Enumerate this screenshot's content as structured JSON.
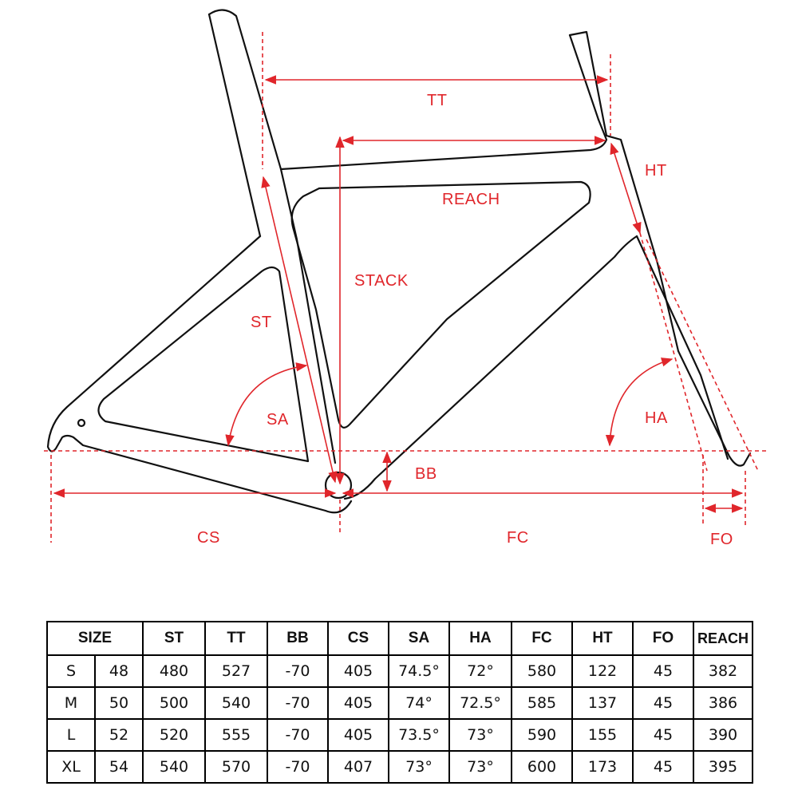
{
  "diagram": {
    "labels": {
      "tt": "TT",
      "ht": "HT",
      "reach": "REACH",
      "stack": "STACK",
      "st": "ST",
      "sa": "SA",
      "ha": "HA",
      "bb": "BB",
      "cs": "CS",
      "fc": "FC",
      "fo": "FO"
    },
    "colors": {
      "dimension": "#e0262b",
      "frame": "#111111"
    }
  },
  "table": {
    "headers": [
      "SIZE",
      "ST",
      "TT",
      "BB",
      "CS",
      "SA",
      "HA",
      "FC",
      "HT",
      "FO",
      "REACH"
    ],
    "rows": [
      {
        "size": "S",
        "num": "48",
        "st": "480",
        "tt": "527",
        "bb": "-70",
        "cs": "405",
        "sa": "74.5°",
        "ha": "72°",
        "fc": "580",
        "ht": "122",
        "fo": "45",
        "reach": "382"
      },
      {
        "size": "M",
        "num": "50",
        "st": "500",
        "tt": "540",
        "bb": "-70",
        "cs": "405",
        "sa": "74°",
        "ha": "72.5°",
        "fc": "585",
        "ht": "137",
        "fo": "45",
        "reach": "386"
      },
      {
        "size": "L",
        "num": "52",
        "st": "520",
        "tt": "555",
        "bb": "-70",
        "cs": "405",
        "sa": "73.5°",
        "ha": "73°",
        "fc": "590",
        "ht": "155",
        "fo": "45",
        "reach": "390"
      },
      {
        "size": "XL",
        "num": "54",
        "st": "540",
        "tt": "570",
        "bb": "-70",
        "cs": "407",
        "sa": "73°",
        "ha": "73°",
        "fc": "600",
        "ht": "173",
        "fo": "45",
        "reach": "395"
      }
    ]
  }
}
